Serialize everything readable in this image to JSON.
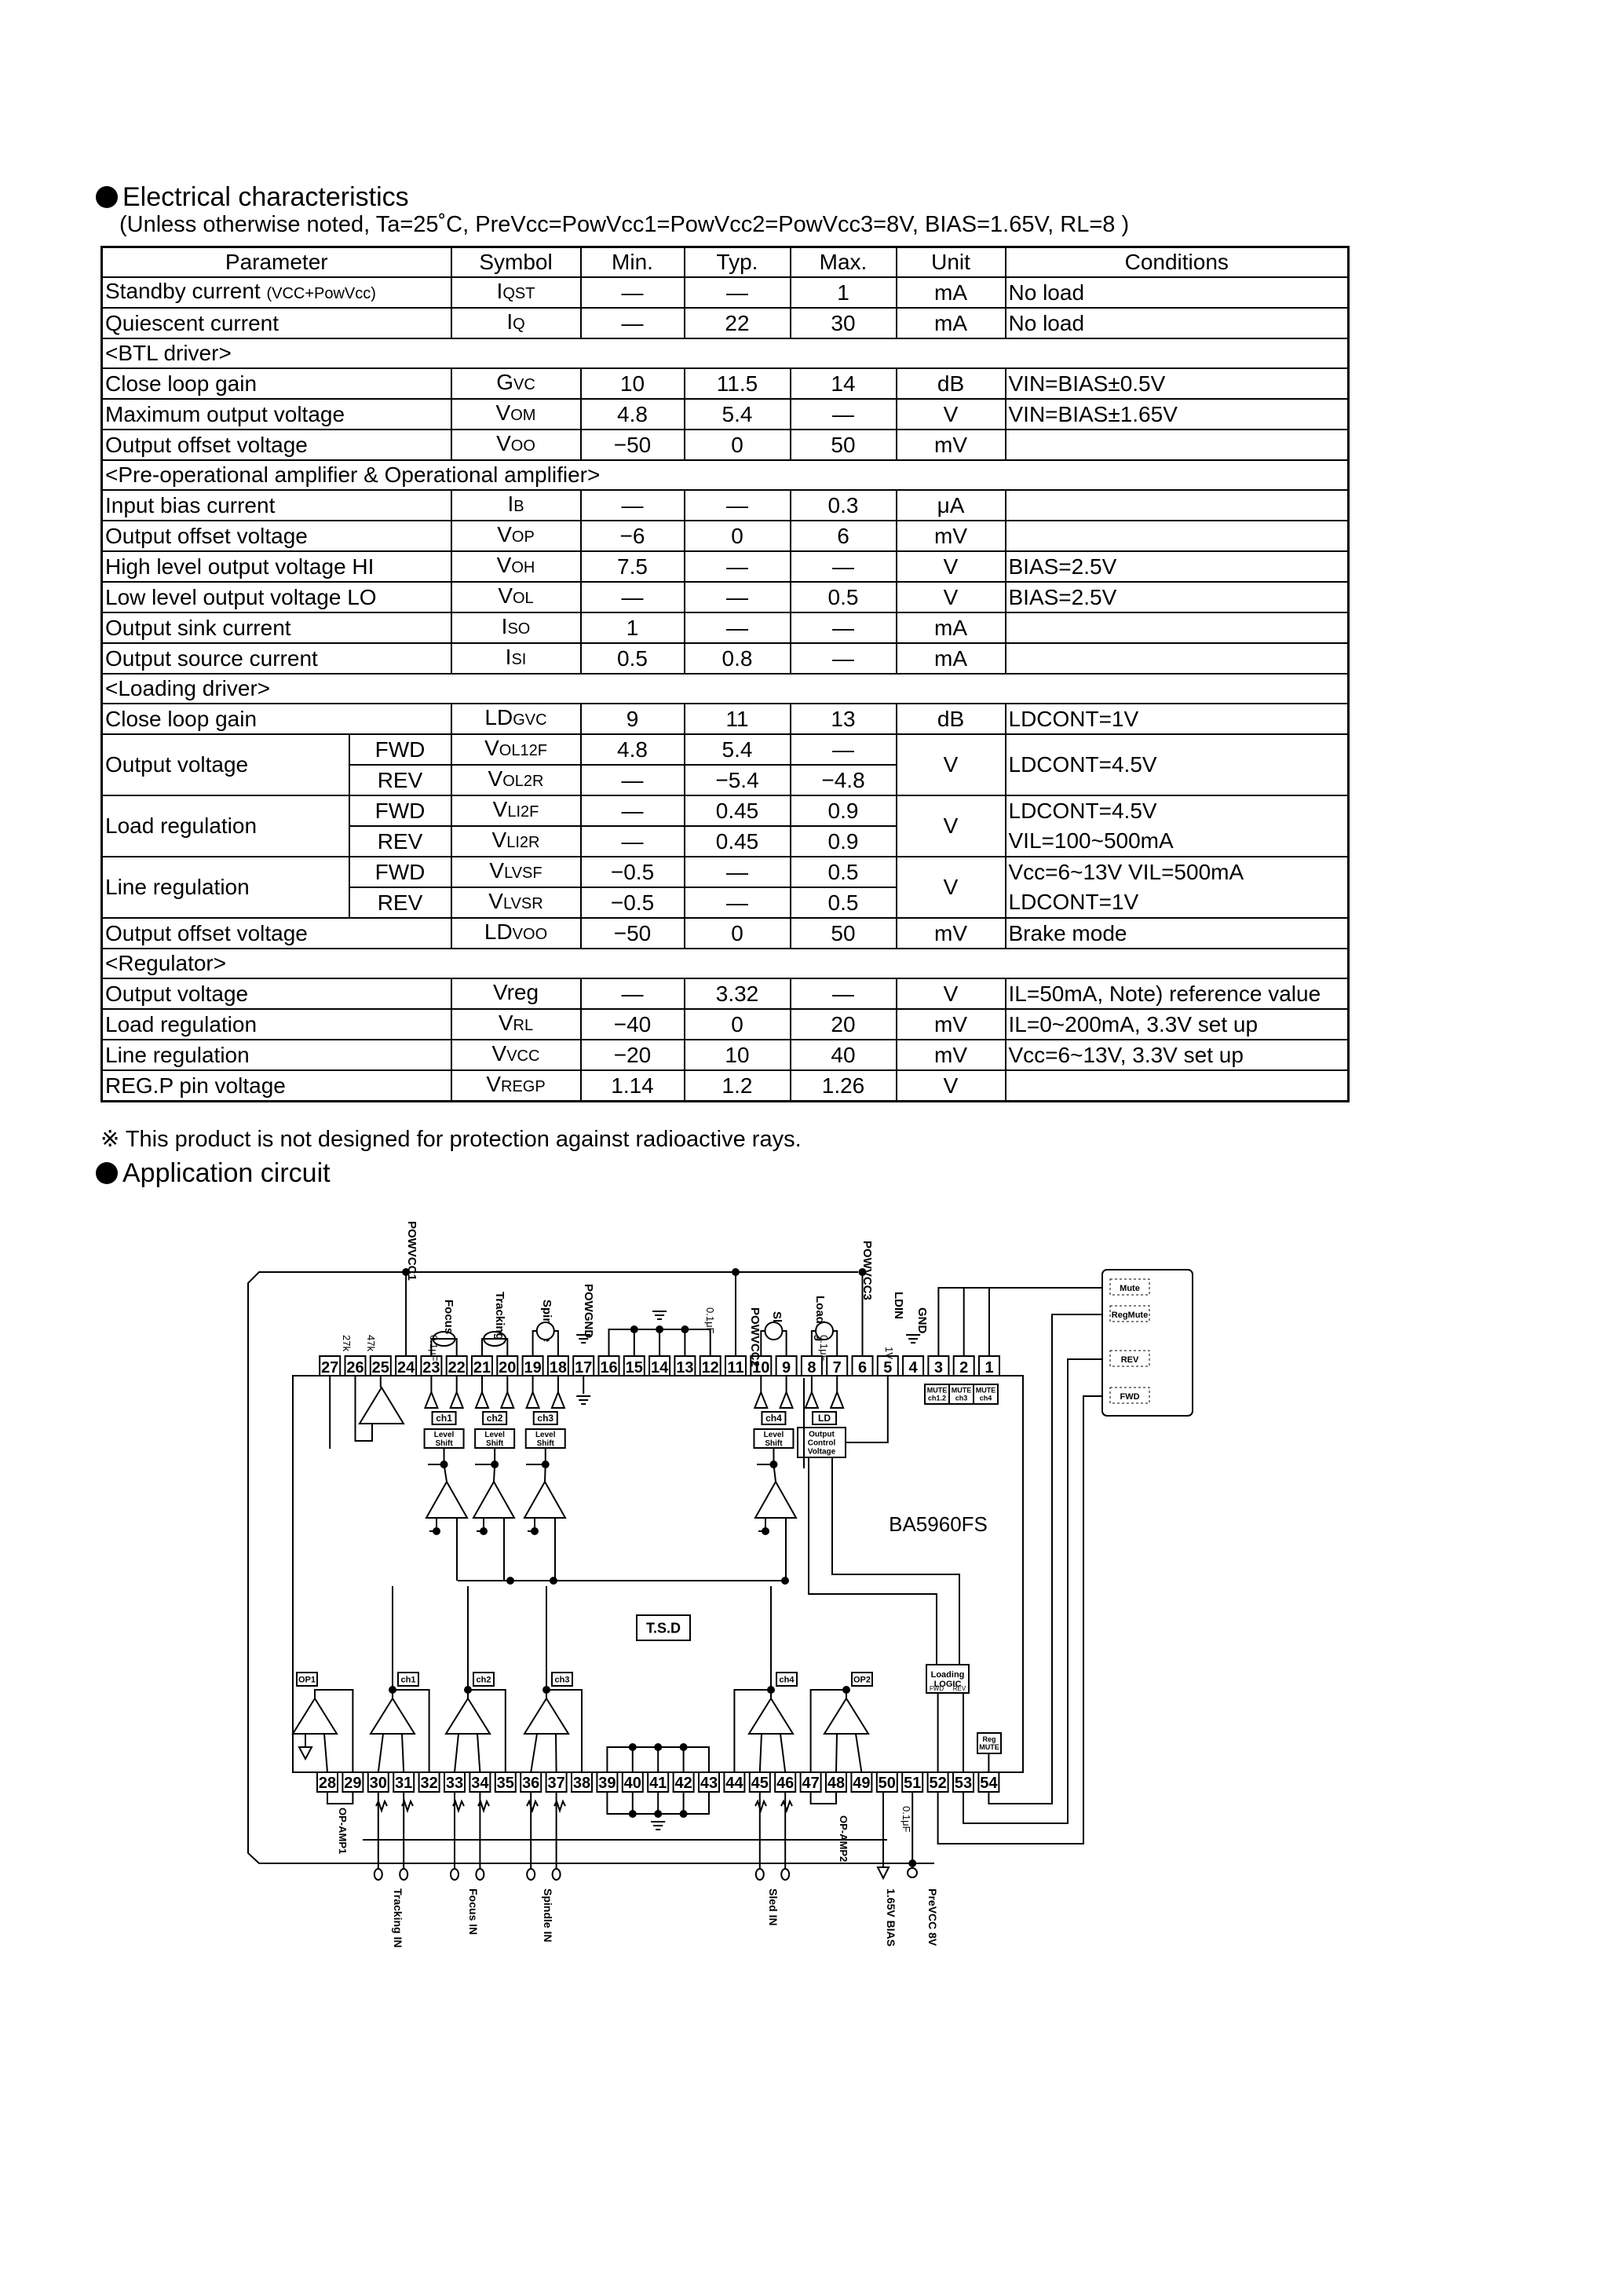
{
  "title": "Electrical characteristics",
  "subtitle": "(Unless otherwise noted, Ta=25˚C, PreVcc=PowVcc1=PowVcc2=PowVcc3=8V, BIAS=1.65V, RL=8   )",
  "table": {
    "headers": [
      "Parameter",
      "Symbol",
      "Min.",
      "Typ.",
      "Max.",
      "Unit",
      "Conditions"
    ],
    "rows": [
      {
        "param": "Standby current",
        "param_note": "(VCC+PowVcc)",
        "symbol": {
          "main": "I",
          "sub": "QST"
        },
        "min": "—",
        "typ": "—",
        "max": "1",
        "unit": "mA",
        "cond": [
          "No load"
        ]
      },
      {
        "param": "Quiescent current",
        "symbol": {
          "main": "I",
          "sub": "Q"
        },
        "min": "—",
        "typ": "22",
        "max": "30",
        "unit": "mA",
        "cond": [
          "No load"
        ]
      },
      {
        "section": "<BTL driver>"
      },
      {
        "param": "Close loop gain",
        "symbol": {
          "main": "G",
          "sub": "VC"
        },
        "min": "10",
        "typ": "11.5",
        "max": "14",
        "unit": "dB",
        "cond": [
          "VIN=BIAS±0.5V"
        ]
      },
      {
        "param": "Maximum output voltage",
        "symbol": {
          "main": "V",
          "sub": "OM"
        },
        "min": "4.8",
        "typ": "5.4",
        "max": "—",
        "unit": "V",
        "cond": [
          "VIN=BIAS±1.65V"
        ]
      },
      {
        "param": "Output offset voltage",
        "symbol": {
          "main": "V",
          "sub": "OO"
        },
        "min": "−50",
        "typ": "0",
        "max": "50",
        "unit": "mV",
        "cond": [
          ""
        ]
      },
      {
        "section": "<Pre-operational amplifier & Operational amplifier>"
      },
      {
        "param": "Input bias current",
        "symbol": {
          "main": "I",
          "sub": "B"
        },
        "min": "—",
        "typ": "—",
        "max": "0.3",
        "unit": "μA",
        "cond": [
          ""
        ]
      },
      {
        "param": "Output offset voltage",
        "symbol": {
          "main": "V",
          "sub": "OP"
        },
        "min": "−6",
        "typ": "0",
        "max": "6",
        "unit": "mV",
        "cond": [
          ""
        ]
      },
      {
        "param": "High level output voltage HI",
        "symbol": {
          "main": "V",
          "sub": "OH"
        },
        "min": "7.5",
        "typ": "—",
        "max": "—",
        "unit": "V",
        "cond": [
          "BIAS=2.5V"
        ]
      },
      {
        "param": "Low level output voltage LO",
        "symbol": {
          "main": "V",
          "sub": "OL"
        },
        "min": "—",
        "typ": "—",
        "max": "0.5",
        "unit": "V",
        "cond": [
          "BIAS=2.5V"
        ]
      },
      {
        "param": "Output sink current",
        "symbol": {
          "main": "I",
          "sub": "SO"
        },
        "min": "1",
        "typ": "—",
        "max": "—",
        "unit": "mA",
        "cond": [
          ""
        ]
      },
      {
        "param": "Output source current",
        "symbol": {
          "main": "I",
          "sub": "SI"
        },
        "min": "0.5",
        "typ": "0.8",
        "max": "—",
        "unit": "mA",
        "cond": [
          ""
        ]
      },
      {
        "section": "<Loading driver>"
      },
      {
        "param": "Close loop gain",
        "symbol": {
          "main": "LD",
          "sub": "GVC"
        },
        "min": "9",
        "typ": "11",
        "max": "13",
        "unit": "dB",
        "cond": [
          "LDCONT=1V"
        ]
      },
      {
        "param": "Output voltage",
        "unit": "V",
        "cond": [
          "LDCONT=4.5V"
        ],
        "subrows": [
          {
            "dir": "FWD",
            "symbol": {
              "main": "V",
              "sub": "OL12F"
            },
            "min": "4.8",
            "typ": "5.4",
            "max": "—"
          },
          {
            "dir": "REV",
            "symbol": {
              "main": "V",
              "sub": "OL2R"
            },
            "min": "—",
            "typ": "−5.4",
            "max": "−4.8"
          }
        ]
      },
      {
        "param": "Load regulation",
        "unit": "V",
        "cond": [
          "LDCONT=4.5V",
          "VIL=100~500mA"
        ],
        "subrows": [
          {
            "dir": "FWD",
            "symbol": {
              "main": "V",
              "sub": "LI2F"
            },
            "min": "—",
            "typ": "0.45",
            "max": "0.9"
          },
          {
            "dir": "REV",
            "symbol": {
              "main": "V",
              "sub": "LI2R"
            },
            "min": "—",
            "typ": "0.45",
            "max": "0.9"
          }
        ]
      },
      {
        "param": "Line regulation",
        "unit": "V",
        "cond": [
          "Vcc=6~13V VIL=500mA",
          "LDCONT=1V"
        ],
        "subrows": [
          {
            "dir": "FWD",
            "symbol": {
              "main": "V",
              "sub": "LVSF"
            },
            "min": "−0.5",
            "typ": "—",
            "max": "0.5"
          },
          {
            "dir": "REV",
            "symbol": {
              "main": "V",
              "sub": "LVSR"
            },
            "min": "−0.5",
            "typ": "—",
            "max": "0.5"
          }
        ]
      },
      {
        "param": "Output offset voltage",
        "symbol": {
          "main": "LD",
          "sub": "VOO"
        },
        "min": "−50",
        "typ": "0",
        "max": "50",
        "unit": "mV",
        "cond": [
          "Brake mode"
        ]
      },
      {
        "section": "<Regulator>"
      },
      {
        "param": "Output voltage",
        "symbol": {
          "main": "Vreg",
          "sub": ""
        },
        "min": "—",
        "typ": "3.32",
        "max": "—",
        "unit": "V",
        "cond": [
          "IL=50mA, Note) reference value"
        ]
      },
      {
        "param": "Load regulation",
        "symbol": {
          "main": "V",
          "sub": "RL"
        },
        "min": "−40",
        "typ": "0",
        "max": "20",
        "unit": "mV",
        "cond": [
          "IL=0~200mA, 3.3V set up"
        ]
      },
      {
        "param": "Line regulation",
        "symbol": {
          "main": "V",
          "sub": "VCC"
        },
        "min": "−20",
        "typ": "10",
        "max": "40",
        "unit": "mV",
        "cond": [
          "Vcc=6~13V, 3.3V set up"
        ]
      },
      {
        "param": "REG.P pin voltage",
        "symbol": {
          "main": "V",
          "sub": "REGP"
        },
        "min": "1.14",
        "typ": "1.2",
        "max": "1.26",
        "unit": "V",
        "cond": [
          ""
        ]
      }
    ]
  },
  "note": "※ This product is not designed for protection against radioactive rays.",
  "app_title": "Application  circuit",
  "circuit": {
    "part_number": "BA5960FS",
    "pins_top": [
      "1",
      "2",
      "3",
      "4",
      "5",
      "6",
      "7",
      "8",
      "9",
      "10",
      "11",
      "12",
      "13",
      "14",
      "15",
      "16",
      "17",
      "18",
      "19",
      "20",
      "21",
      "22",
      "23",
      "24",
      "25",
      "26",
      "27"
    ],
    "pins_bottom": [
      "28",
      "29",
      "30",
      "31",
      "32",
      "33",
      "34",
      "35",
      "36",
      "37",
      "38",
      "39",
      "40",
      "41",
      "42",
      "43",
      "44",
      "45",
      "46",
      "47",
      "48",
      "49",
      "50",
      "51",
      "52",
      "53",
      "54"
    ],
    "top_labels": [
      "POWVCC1",
      "Focus",
      "Tracking",
      "Spindle",
      "POWGND",
      "POWVCC2",
      "Sled",
      "Loading",
      "POWVCC3",
      "LDIN",
      "GND"
    ],
    "bottom_labels": [
      "Tracking IN",
      "Focus IN",
      "Spindle IN",
      "Sled IN",
      "1.65V BIAS",
      "PreVCC 8V"
    ],
    "opamp_labels": [
      "OP-AMP1",
      "OP-AMP2"
    ],
    "channel_labels_top": [
      "ch1",
      "ch2",
      "ch3",
      "ch4",
      "LD"
    ],
    "level_shift": [
      "Level",
      "Shift"
    ],
    "output_control": [
      "Output",
      "Control",
      "Voltage"
    ],
    "mute_blocks": [
      [
        "MUTE",
        "ch1.2"
      ],
      [
        "MUTE",
        "ch3"
      ],
      [
        "MUTE",
        "ch4"
      ]
    ],
    "tsd": "T.S.D",
    "lower_labels": [
      "OP1",
      "ch1",
      "ch2",
      "ch3",
      "ch4",
      "OP2"
    ],
    "loading_logic": [
      "Loading",
      "LOGIC"
    ],
    "loading_logic_inputs": [
      "FWD",
      "REV"
    ],
    "reg_mute": [
      "Reg",
      "MUTE"
    ],
    "control_box": [
      "Mute",
      "RegMute",
      "REV",
      "FWD"
    ],
    "component_values": [
      "27k",
      "47k",
      "0.1μF",
      "0.1μF",
      "0.1μF",
      "1V",
      "0.1μF"
    ]
  }
}
